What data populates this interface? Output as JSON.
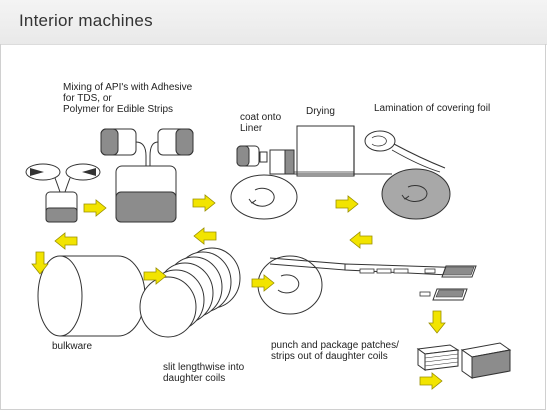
{
  "header": {
    "title": "Interior machines"
  },
  "labels": {
    "mixing_line1": "Mixing of API's with Adhesive",
    "mixing_line2": "for TDS, or",
    "mixing_line3": "Polymer for Edible Strips",
    "coat_line1": "coat onto",
    "coat_line2": "Liner",
    "drying": "Drying",
    "lamination": "Lamination of covering foil",
    "bulkware": "bulkware",
    "slit_line1": "slit lengthwise into",
    "slit_line2": "daughter coils",
    "punch_line1": "punch and package patches/",
    "punch_line2": "strips out of daughter coils"
  },
  "colors": {
    "arrow_fill": "#f2e400",
    "arrow_stroke": "#9a9000",
    "machine_gray": "#8c8c8c",
    "coil_fill": "#a8a8a8"
  }
}
